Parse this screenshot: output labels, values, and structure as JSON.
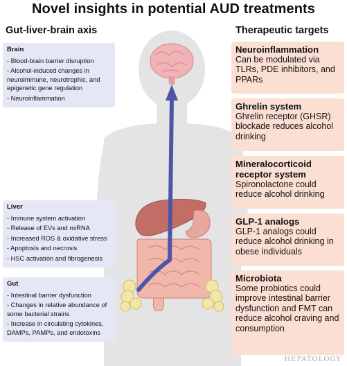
{
  "title": "Novel insights in potential AUD treatments",
  "left_header": "Gut-liver-brain axis",
  "right_header": "Therapeutic targets",
  "brain_box": {
    "heading": "Brain",
    "items": [
      "- Blood-brain barrier disruption",
      "- Alcohol-induced changes in neuroimmune, neurotrophic, and epigenetic gene regulation",
      "- Neuroinflammation"
    ]
  },
  "liver_box": {
    "heading": "Liver",
    "items": [
      "- Immune system activation",
      "- Release of EVs and miRNA",
      "- Increased ROS & oxidative stress",
      "- Apoptosis and necrosis",
      "- HSC activation and fibrogenesis"
    ]
  },
  "gut_box": {
    "heading": "Gut",
    "items": [
      "- Intestinal barrier dysfunction",
      "- Changes in relative abundance of some bacterial strains",
      "- Increase in circulating cytokines, DAMPs, PAMPs, and endotoxins"
    ]
  },
  "targets": [
    {
      "heading": "Neuroinflammation",
      "text": "Can be modulated via TLRs, PDE inhibitors, and PPARs"
    },
    {
      "heading": "Ghrelin system",
      "text": "Ghrelin receptor (GHSR) blockade reduces alcohol drinking"
    },
    {
      "heading": "Mineralocorticoid receptor system",
      "text": "Spironolactone could reduce alcohol drinking"
    },
    {
      "heading": "GLP-1 analogs",
      "text": "GLP-1 analogs could reduce alcohol drinking in obese individuals"
    },
    {
      "heading": "Microbiota",
      "text": "Some probiotics could improve intestinal barrier dysfunction and FMT can reduce alcohol craving and consumption"
    }
  ],
  "watermark": "HEPATOLOGY",
  "colors": {
    "body_silhouette": "#e4e4e4",
    "left_box": "#e5e7f7",
    "right_box": "#fbdfd3",
    "arrow": "#4d56a5",
    "brain": "#f1b4b6",
    "liver": "#c26d66",
    "intestine": "#f0b7aa",
    "fat": "#f2e7a6"
  }
}
